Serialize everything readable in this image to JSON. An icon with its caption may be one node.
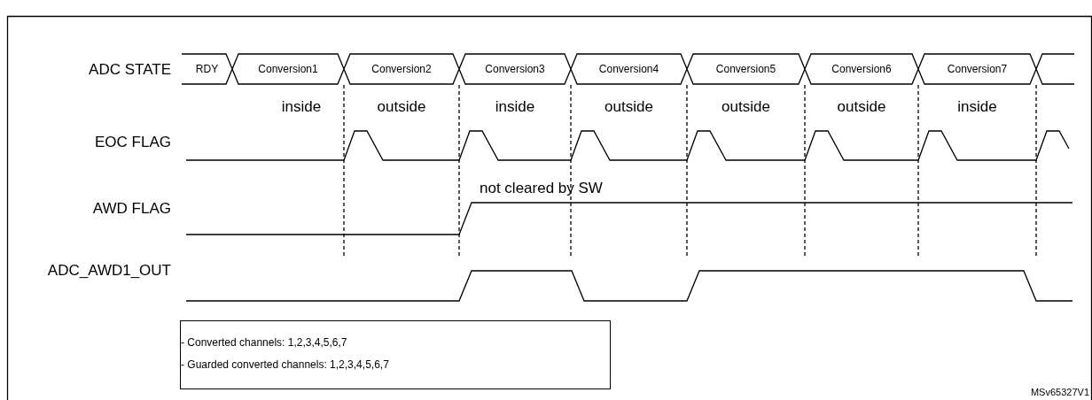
{
  "diagram": {
    "nodes": [
      {
        "text": [
          "- Converted channels: 1,2,3,4,5,6,7",
          "- Guarded converted channels: 1,2,3,4,5,6,7"
        ]
      }
    ],
    "labels": [
      "ADC STATE",
      "RDY",
      "Conversion1",
      "Conversion2",
      "Conversion3",
      "Conversion4",
      "Conversion5",
      "Conversion6",
      "Conversion7",
      "inside",
      "outside",
      "inside",
      "outside",
      "outside",
      "outside",
      "inside",
      "EOC FLAG",
      "not cleared by SW",
      "AWD FLAG",
      "ADC_AWD1_OUT",
      "MSv65327V1"
    ]
  }
}
